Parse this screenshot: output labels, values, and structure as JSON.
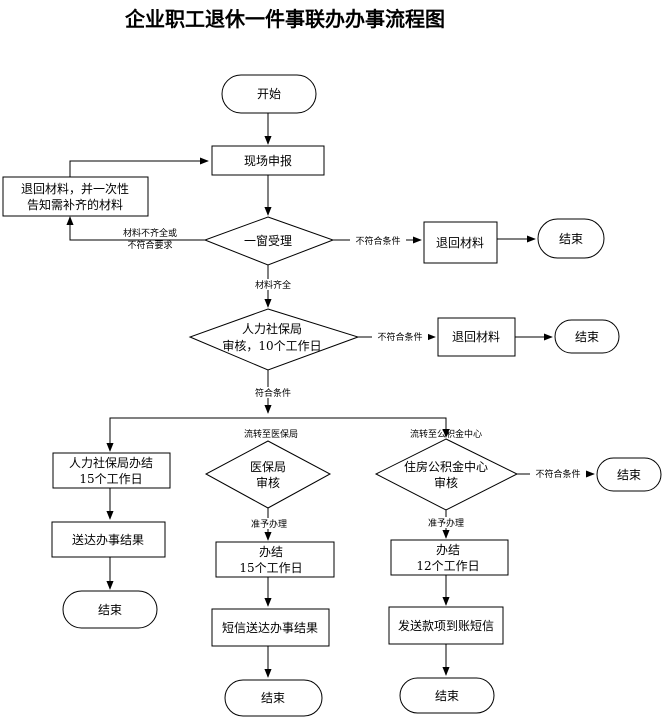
{
  "title": "企业职工退休一件事联办办事流程图",
  "nodes": {
    "start": "开始",
    "onsite_apply": "现场申报",
    "return_notify_1": "退回材料，并一次性",
    "return_notify_2": "告知需补齐的材料",
    "window_accept": "一窗受理",
    "return_1": "退回材料",
    "end_1": "结束",
    "hrss_review_1": "人力社保局",
    "hrss_review_2": "审核，10个工作日",
    "return_2": "退回材料",
    "end_2": "结束",
    "hrss_handle_1": "人力社保局办结",
    "hrss_handle_2": "15个工作日",
    "deliver_result": "送达办事结果",
    "end_3": "结束",
    "medical_review_1": "医保局",
    "medical_review_2": "审核",
    "medical_done_1": "办结",
    "medical_done_2": "15个工作日",
    "sms_result": "短信送达办事结果",
    "end_4": "结束",
    "fund_review_1": "住房公积金中心",
    "fund_review_2": "审核",
    "end_5": "结束",
    "fund_done_1": "办结",
    "fund_done_2": "12个工作日",
    "sms_payment": "发送款项到账短信",
    "end_6": "结束"
  },
  "edge_labels": {
    "incomplete_1": "材料不齐全或",
    "incomplete_2": "不符合要求",
    "not_qualified_1": "不符合条件",
    "complete": "材料齐全",
    "not_qualified_2": "不符合条件",
    "qualified": "符合条件",
    "to_medical": "流转至医保局",
    "to_fund": "流转至公积金中心",
    "approve_medical": "准予办理",
    "approve_fund": "准予办理",
    "not_qualified_3": "不符合条件"
  }
}
